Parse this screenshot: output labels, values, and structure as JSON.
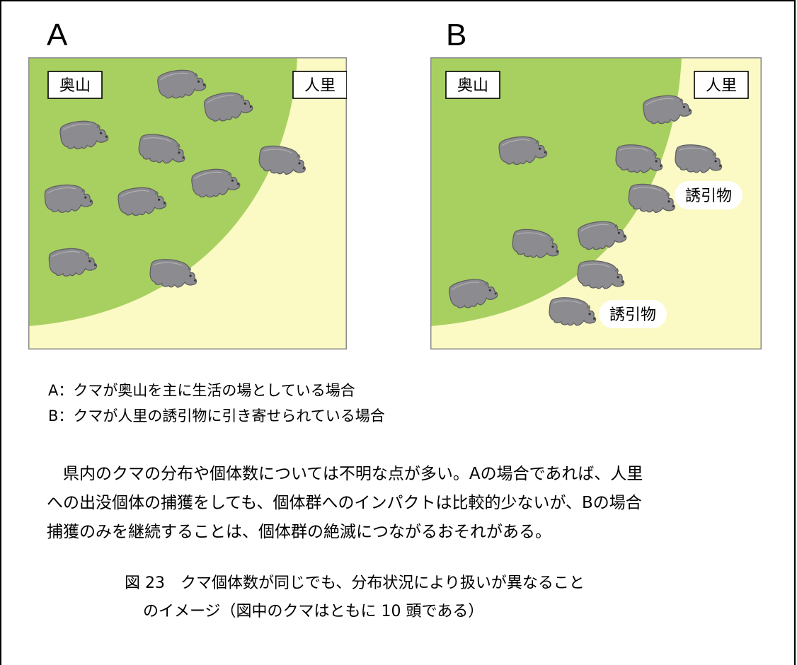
{
  "panels": [
    {
      "letter": "A",
      "label_mountain": "奥山",
      "label_village": "人里"
    },
    {
      "letter": "B",
      "label_mountain": "奥山",
      "label_village": "人里",
      "lure_labels": [
        "誘引物",
        "誘引物"
      ]
    }
  ],
  "colors": {
    "forest": "#a8d060",
    "village": "#fbf9c4",
    "bear": "#8c8c90",
    "bear_outline": "#606064"
  },
  "icons": [
    "bear-icon"
  ],
  "captions": {
    "a": "A：クマが奥山を主に生活の場としている場合",
    "b": "B：クマが人里の誘引物に引き寄せられている場合"
  },
  "paragraph": {
    "line1": "　県内のクマの分布や個体数については不明な点が多い。Aの場合であれば、人里",
    "line2": "への出没個体の捕獲をしても、個体群へのインパクトは比較的少ないが、Bの場合",
    "line3": "捕獲のみを継続することは、個体群の絶滅につながるおそれがある。"
  },
  "figure_caption": {
    "line1": "図 23　クマ個体数が同じでも、分布状況により扱いが異なること",
    "line2": "のイメージ（図中のクマはともに 10 頭である）"
  }
}
